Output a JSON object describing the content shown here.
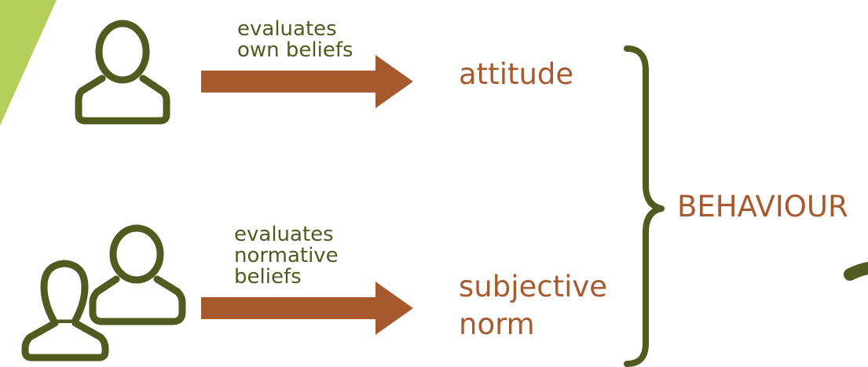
{
  "colors": {
    "accent_green": "#b5cf5c",
    "icon_green": "#4f5b1f",
    "arrow_brown": "#a65a2e",
    "text_brown": "#a65a2e"
  },
  "individual": {
    "icon": "person-icon",
    "arrow_label_lines": [
      "evaluates",
      "own beliefs"
    ],
    "outcome_lines": [
      "attitude"
    ]
  },
  "group": {
    "icon": "people-icon",
    "arrow_label_lines": [
      "evaluates",
      "normative",
      "beliefs"
    ],
    "outcome_lines": [
      "subjective",
      "norm"
    ]
  },
  "result": {
    "label": "BEHAVIOUR"
  }
}
